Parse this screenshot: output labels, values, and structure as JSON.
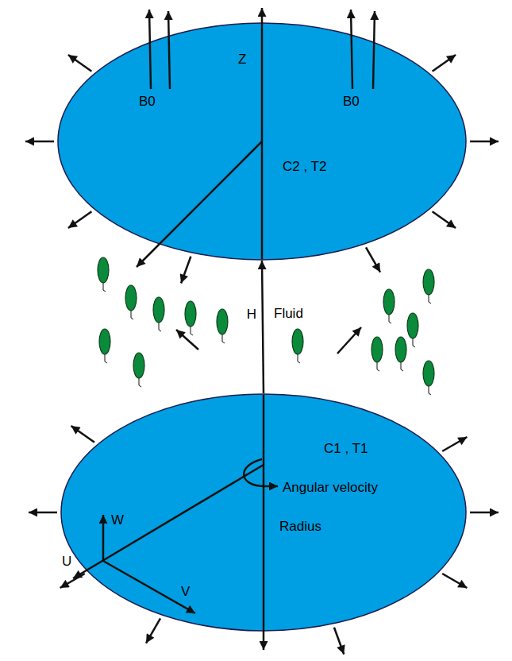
{
  "diagram": {
    "nodes": [
      {
        "text": [
          "Z",
          "B0",
          "B0",
          "C2 , T2"
        ]
      },
      {
        "text": [
          "C1 , T1",
          "Angular velocity",
          "W",
          "Radius"
        ]
      }
    ],
    "edges": [
      {
        "from": 1,
        "to": 0,
        "arrow": "to",
        "label": "H"
      }
    ],
    "labels": [
      "Fluid",
      "U",
      "V"
    ]
  }
}
